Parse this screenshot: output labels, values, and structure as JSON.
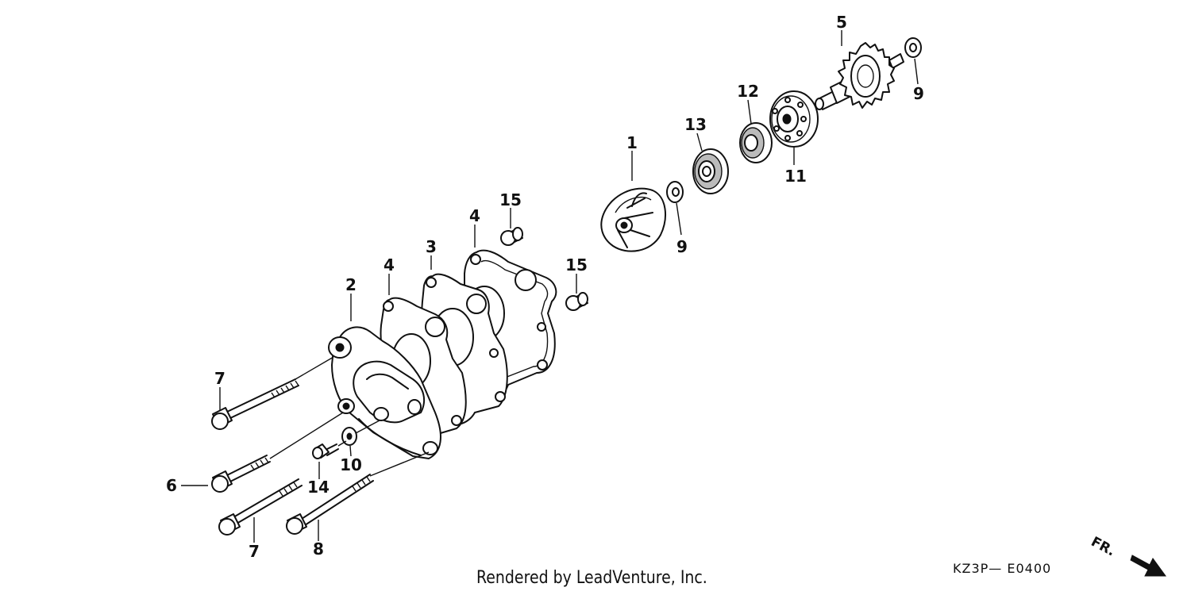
{
  "callouts": {
    "c1": "1",
    "c2": "2",
    "c3": "3",
    "c4a": "4",
    "c4b": "4",
    "c5": "5",
    "c6": "6",
    "c7a": "7",
    "c7b": "7",
    "c8": "8",
    "c9a": "9",
    "c9b": "9",
    "c10": "10",
    "c11": "11",
    "c12": "12",
    "c13": "13",
    "c14": "14",
    "c15a": "15",
    "c15b": "15"
  },
  "footer": {
    "rendered_by": "Rendered by LeadVenture, Inc.",
    "diagram_code": "KZ3P— E0400",
    "direction_label": "FR."
  },
  "icons": {
    "direction_arrow": "arrow-right-down-icon"
  }
}
